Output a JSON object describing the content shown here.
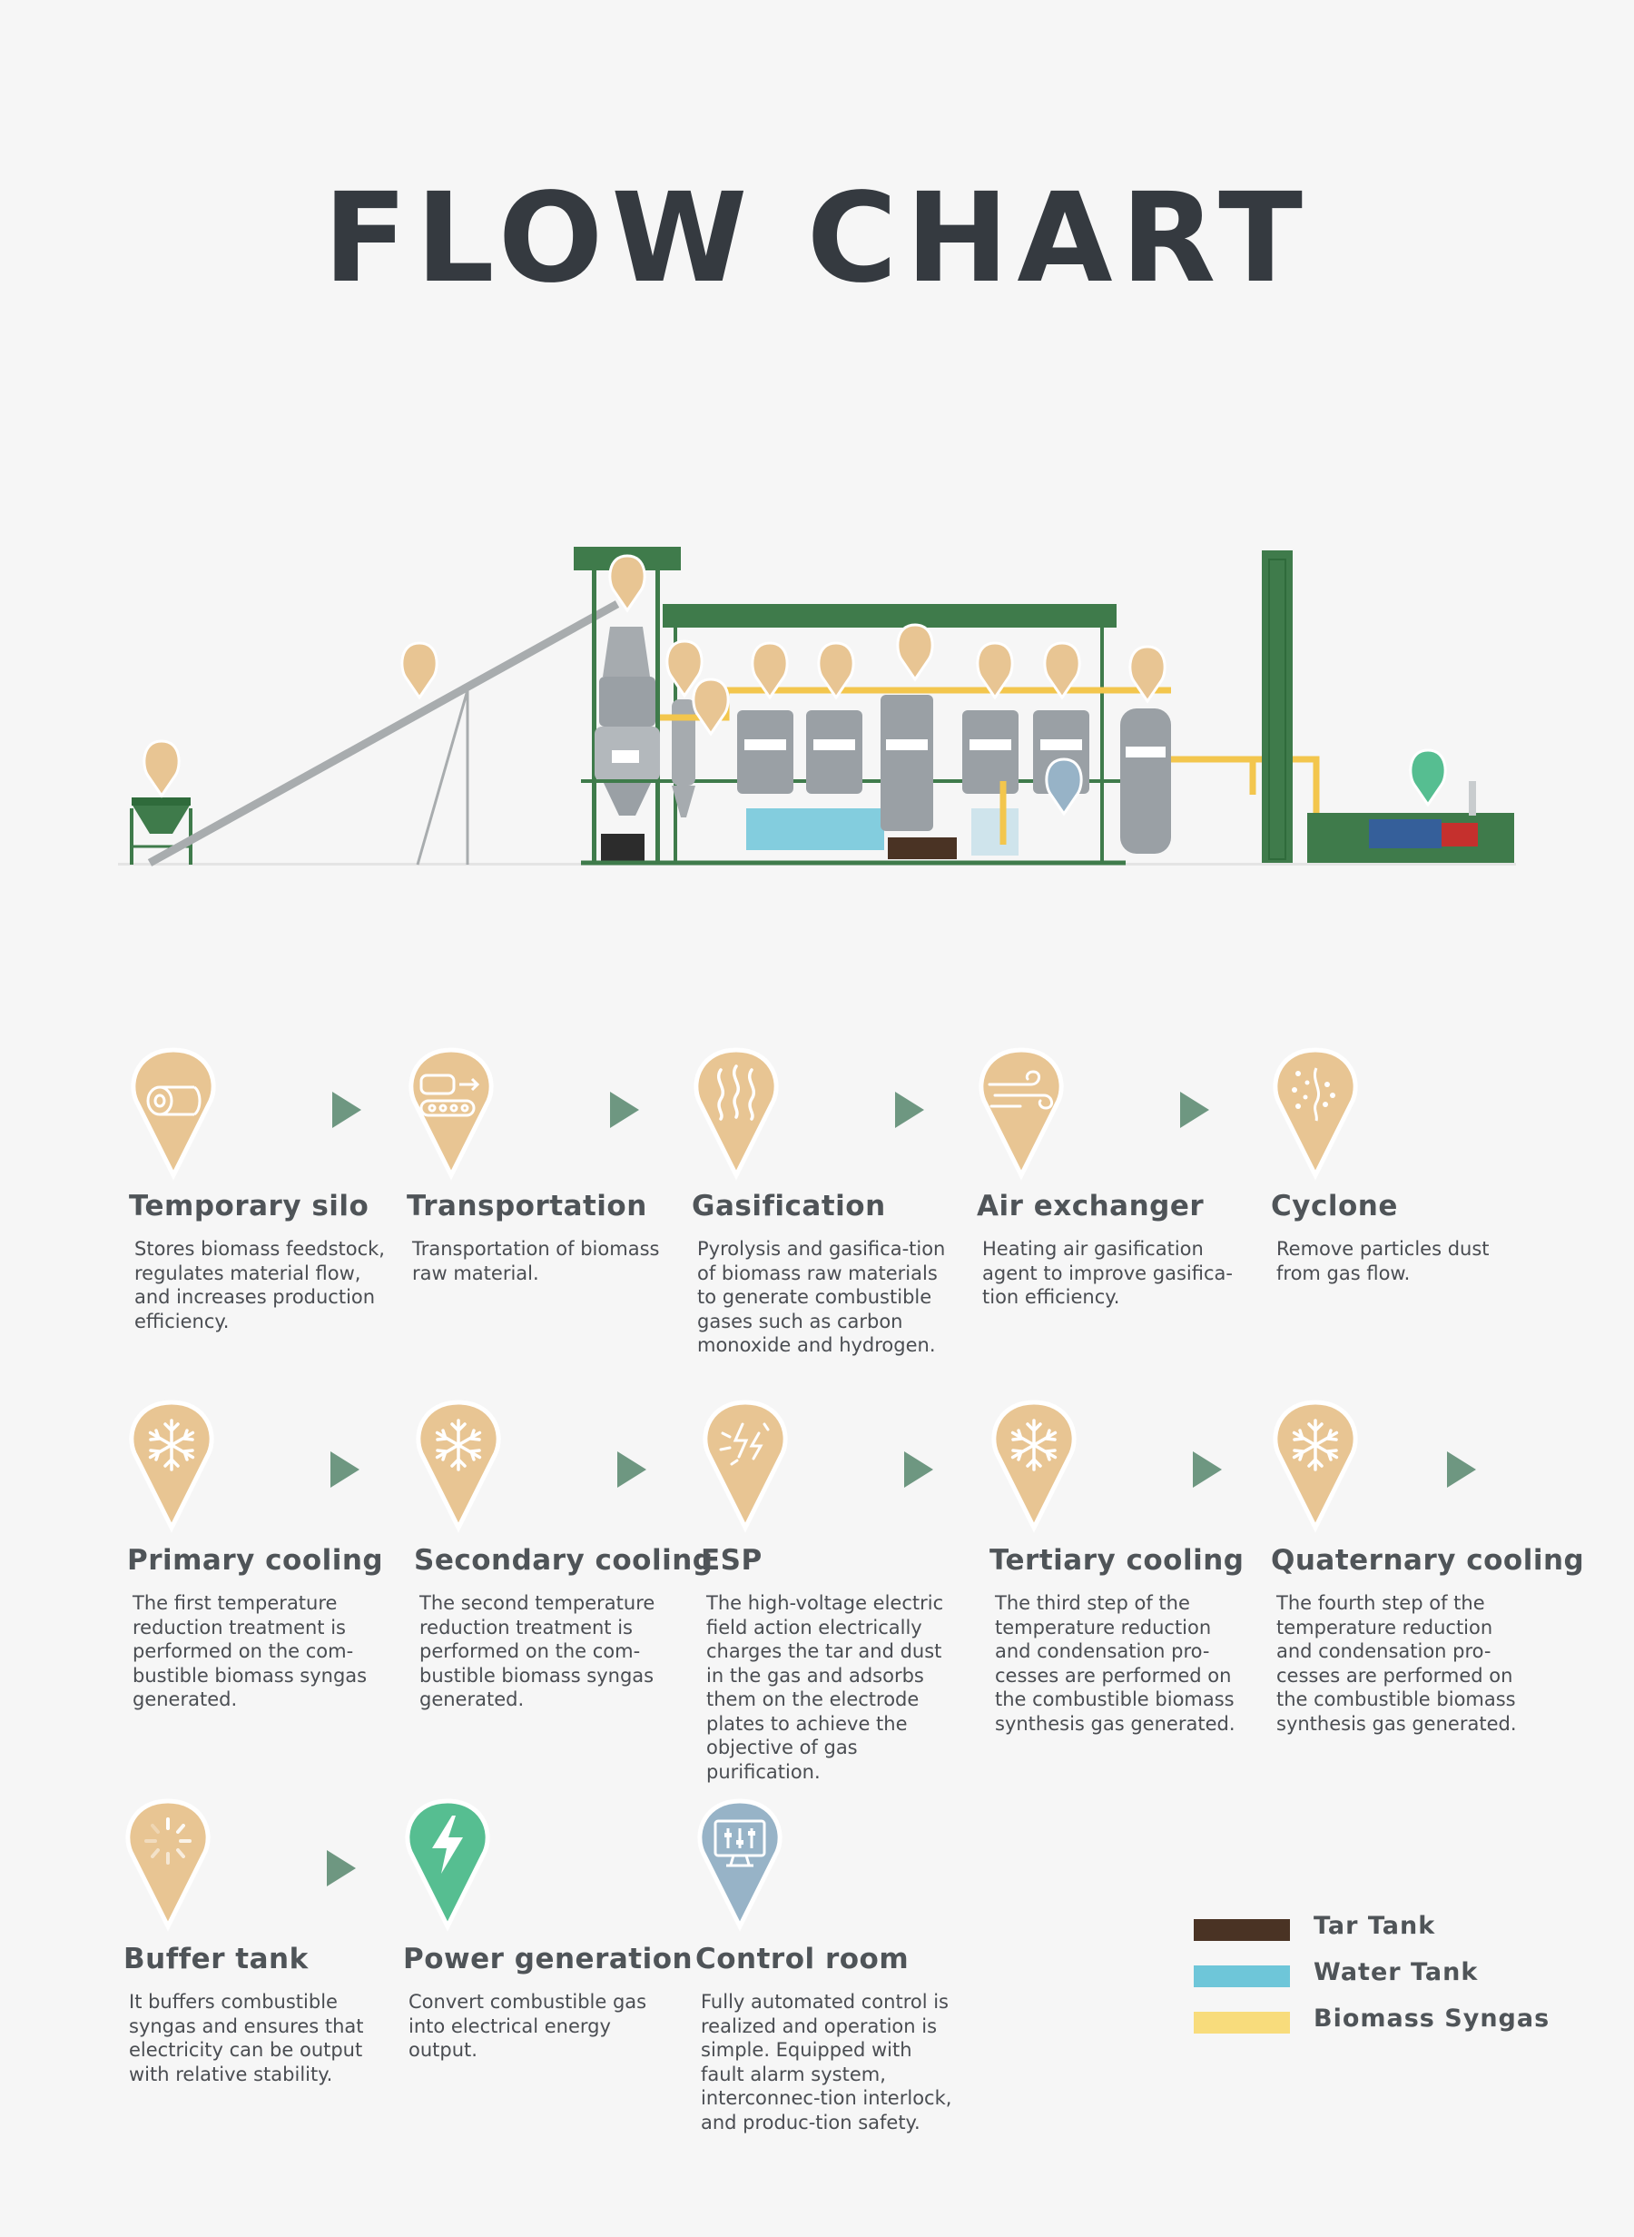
{
  "title": "FLOW CHART",
  "colors": {
    "pin_process": "#e8c593",
    "pin_power": "#56be91",
    "pin_control": "#97b3c7",
    "arrow": "#6e9781",
    "frame_green": "#3f7b4b",
    "tank_gray": "#9aa0a5",
    "syngas_pipe": "#f3c64d"
  },
  "steps": [
    {
      "title": "Temporary silo",
      "icon": "log-icon",
      "desc": "Stores biomass feedstock, regulates material flow, and increases production efficiency."
    },
    {
      "title": "Transportation",
      "icon": "conveyor-icon",
      "desc": "Transportation of biomass raw material."
    },
    {
      "title": "Gasification",
      "icon": "heat-waves-icon",
      "desc": "Pyrolysis and gasifica-tion of biomass raw materials to generate combustible gases such as carbon monoxide and hydrogen."
    },
    {
      "title": "Air exchanger",
      "icon": "wind-icon",
      "desc": "Heating air gasification agent to improve gasifica-tion efficiency."
    },
    {
      "title": "Cyclone",
      "icon": "particles-icon",
      "desc": "Remove particles dust from gas flow."
    },
    {
      "title": "Primary cooling",
      "icon": "snowflake-icon",
      "desc": "The first temperature reduction treatment is performed on the com-bustible biomass syngas generated."
    },
    {
      "title": "Secondary cooling",
      "icon": "snowflake-icon",
      "desc": "The second temperature reduction treatment is performed on the com-bustible biomass syngas generated."
    },
    {
      "title": "ESP",
      "icon": "electric-spark-icon",
      "desc": "The high-voltage electric field action electrically charges the tar and dust in the gas and adsorbs them on the electrode plates to achieve the objective of gas purification."
    },
    {
      "title": "Tertiary cooling",
      "icon": "snowflake-icon",
      "desc": "The third step of the temperature reduction and condensation pro-cesses are performed on the combustible biomass synthesis gas generated."
    },
    {
      "title": "Quaternary cooling",
      "icon": "snowflake-icon",
      "desc": "The fourth step of the temperature reduction and condensation pro-cesses are performed on the combustible biomass synthesis gas generated."
    },
    {
      "title": "Buffer tank",
      "icon": "loading-spinner-icon",
      "desc": "It buffers combustible syngas and ensures that electricity can be output with relative stability."
    },
    {
      "title": "Power generation",
      "icon": "lightning-bolt-icon",
      "desc": "Convert combustible gas into electrical energy output."
    },
    {
      "title": "Control room",
      "icon": "monitor-sliders-icon",
      "desc": "Fully automated control is realized and operation is simple. Equipped with fault alarm system, interconnec-tion interlock, and produc-tion safety."
    }
  ],
  "legend": [
    {
      "label": "Tar Tank",
      "color": "#4a3324"
    },
    {
      "label": "Water Tank",
      "color": "#6ec6d9"
    },
    {
      "label": "Biomass Syngas",
      "color": "#f8dc7c"
    }
  ]
}
